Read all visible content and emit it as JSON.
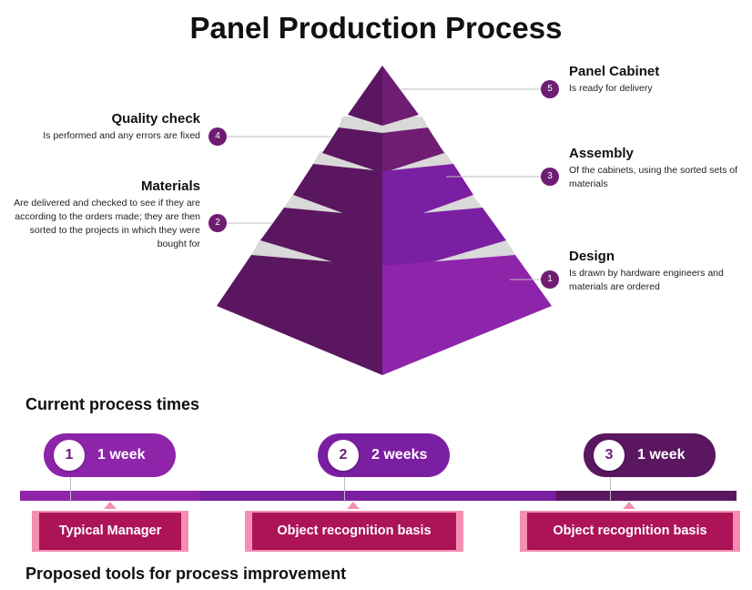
{
  "title": "Panel Production Process",
  "steps": [
    {
      "number": "1",
      "title": "Design",
      "desc_lines": [
        "Is drawn by hardware engineers and",
        "materials are ordered"
      ]
    },
    {
      "number": "2",
      "title": "Materials",
      "desc_lines": [
        "Are delivered and checked to see if they are",
        "according to the orders made; they are then",
        "sorted to the projects in which they were",
        "bought for"
      ]
    },
    {
      "number": "3",
      "title": "Assembly",
      "desc_lines": [
        "Of the cabinets, using the sorted sets of",
        "materials"
      ]
    },
    {
      "number": "4",
      "title": "Quality check",
      "desc_lines": [
        "Is performed and any errors are fixed"
      ]
    },
    {
      "number": "5",
      "title": "Panel Cabinet",
      "desc_lines": [
        "Is ready for delivery"
      ]
    }
  ],
  "times_heading": "Current process times",
  "times": [
    {
      "number": "1",
      "label": "1 week",
      "color": "#8e24aa"
    },
    {
      "number": "2",
      "label": "2 weeks",
      "color": "#7b1fa2"
    },
    {
      "number": "3",
      "label": "1 week",
      "color": "#5b1660"
    }
  ],
  "tools": [
    {
      "label": "Typical Manager"
    },
    {
      "label": "Object recognition basis"
    },
    {
      "label": "Object recognition basis"
    }
  ],
  "tools_heading": "Proposed tools for process improvement",
  "colors": {
    "dark_purple": "#5b1660",
    "purple": "#7b1fa2",
    "light_purple": "#8e24aa",
    "pink": "#f48fb1",
    "magenta": "#ad1457",
    "separator": "#d9d9d9"
  }
}
